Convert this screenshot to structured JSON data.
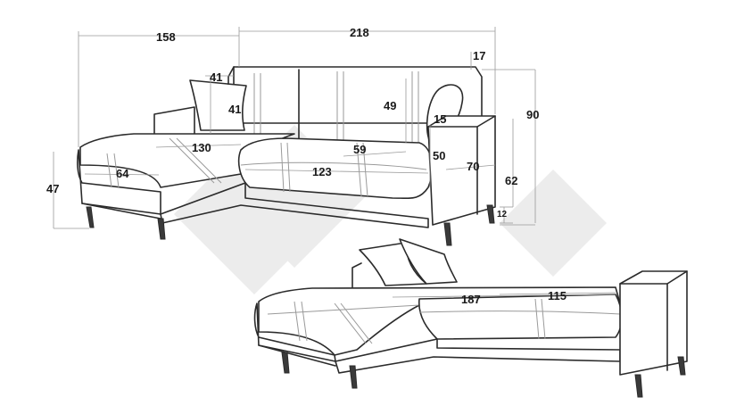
{
  "dimensions": {
    "total_width": "158",
    "sofa_width": "218",
    "armrest_width": "17",
    "total_height": "90",
    "chaise_depth": "41",
    "cushion_height": "41",
    "back_height": "49",
    "pillow_depth": "15",
    "seat_depth": "50",
    "chaise_length": "130",
    "seat_depth_inner": "59",
    "seat_width": "123",
    "chaise_seat_width": "64",
    "arm_depth": "70",
    "arm_height": "62",
    "leg_height": "12",
    "seat_height": "47",
    "bed_length": "187",
    "bed_width": "115"
  },
  "colors": {
    "line": "#2b2b2b",
    "watermark": "#ececec"
  }
}
